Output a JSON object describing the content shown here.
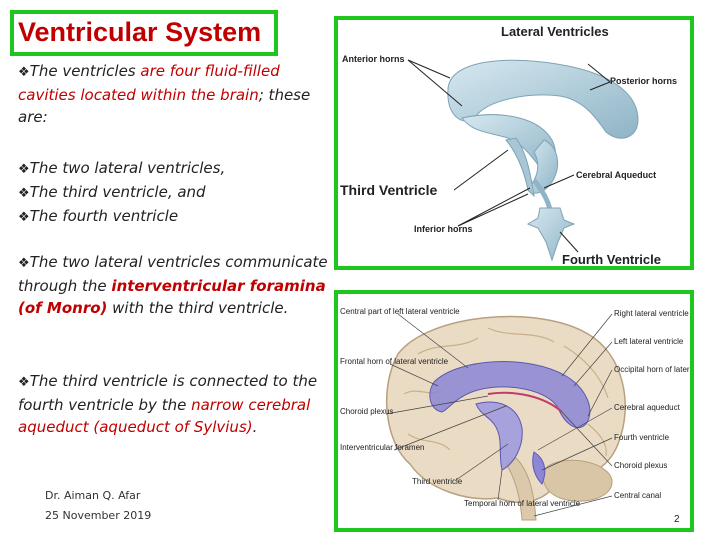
{
  "slide": {
    "title": "Ventricular System",
    "para1": {
      "a": "The ventricles ",
      "b": "are four fluid-filled cavities located within the brain",
      "c": "; these are:"
    },
    "list": [
      {
        "a": "The two lateral ventricles",
        "b": ","
      },
      {
        "a": "The third ventricle",
        "b": ", and"
      },
      {
        "a": "The fourth ventricle",
        "b": ""
      }
    ],
    "para2": {
      "a": "The two lateral ventricles",
      "b": " communicate through the ",
      "c": "interventricular foramina (of Monro)",
      "d": " with the ",
      "e": "third ventricle",
      "f": "."
    },
    "para3": {
      "a": "The third ventricle",
      "b": " is connected to the ",
      "c": "fourth ventricle",
      "d": " by the ",
      "e": "narrow cerebral aqueduct (aqueduct of Sylvius)",
      "f": "."
    },
    "author": "Dr. Aiman Q. Afar",
    "date": "25  November 2019",
    "page_number": "2",
    "accent_color": "#1ec61e",
    "highlight_color": "#c00000"
  },
  "top_figure": {
    "title": "Lateral Ventricles",
    "anterior": "Anterior horns",
    "posterior": "Posterior horns",
    "aqueduct": "Cerebral Aqueduct",
    "third": "Third Ventricle",
    "inferior": "Inferior horns",
    "fourth": "Fourth Ventricle"
  },
  "bottom_figure": {
    "left_labels": [
      "Central part of left lateral ventricle",
      "Frontal horn of lateral ventricle",
      "Choroid plexus",
      "Interventricular foramen",
      "Third ventricle",
      "Temporal horn of lateral ventricle"
    ],
    "right_labels": [
      "Right lateral ventricle",
      "Left lateral ventricle",
      "Occipital horn of lateral ventricle",
      "Cerebral aqueduct",
      "Fourth ventricle",
      "Choroid plexus",
      "Central canal"
    ]
  }
}
